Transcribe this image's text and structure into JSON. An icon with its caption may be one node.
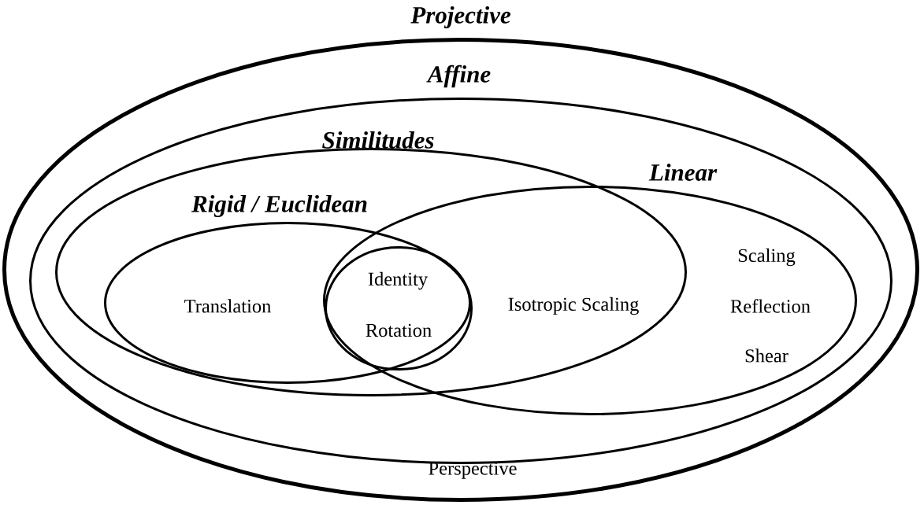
{
  "diagram": {
    "nodes": [
      {
        "text": [
          "Projective",
          "Perspective"
        ]
      },
      {
        "text": [
          "Affine"
        ],
        "in": 0
      },
      {
        "text": [
          "Similitudes"
        ],
        "in": 1
      },
      {
        "text": [
          "Linear",
          "Scaling",
          "Reflection",
          "Shear"
        ],
        "in": 1
      },
      {
        "text": [
          "Rigid / Euclidean",
          "Translation"
        ],
        "in": 2
      },
      {
        "text": [
          "Identity",
          "Rotation"
        ]
      }
    ],
    "labels": [
      "Isotropic Scaling"
    ]
  }
}
